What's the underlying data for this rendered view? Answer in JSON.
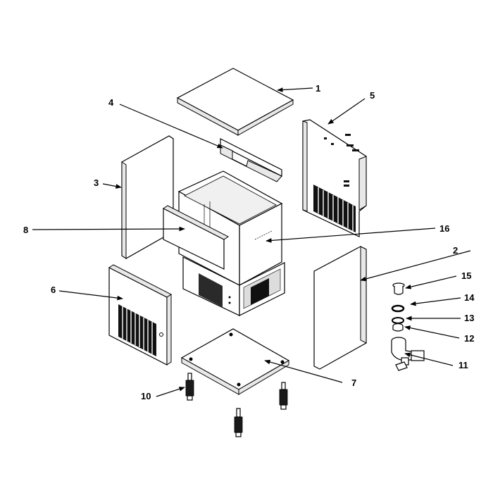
{
  "callouts": [
    {
      "id": "1",
      "part": "top panel"
    },
    {
      "id": "2",
      "part": "right side panel"
    },
    {
      "id": "3",
      "part": "left side panel"
    },
    {
      "id": "4",
      "part": "top bracket"
    },
    {
      "id": "5",
      "part": "rear panel"
    },
    {
      "id": "6",
      "part": "front louvered panel"
    },
    {
      "id": "7",
      "part": "base"
    },
    {
      "id": "8",
      "part": "inner front panel"
    },
    {
      "id": "10",
      "part": "leg"
    },
    {
      "id": "11",
      "part": "drain fitting"
    },
    {
      "id": "12",
      "part": "nut"
    },
    {
      "id": "13",
      "part": "washer"
    },
    {
      "id": "14",
      "part": "gasket"
    },
    {
      "id": "15",
      "part": "plug"
    },
    {
      "id": "16",
      "part": "bin / cabinet"
    }
  ]
}
